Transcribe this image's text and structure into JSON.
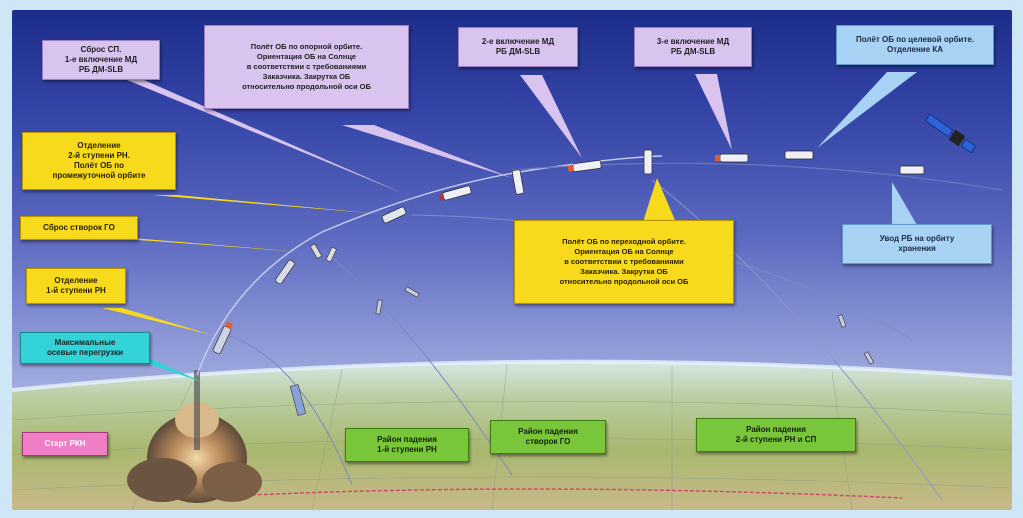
{
  "callouts": {
    "sbros_sp": "Сброс СП.\n1-е включение МД\nРБ ДМ-SLB",
    "polet_opornaya": "Полёт ОБ по опорной орбите.\nОриентация ОБ на Солнце\nв соответствии с требованиями\nЗаказчика. Закрутка ОБ\nотносительно продольной оси ОБ",
    "vkl2": "2-е включение МД\nРБ ДМ-SLB",
    "vkl3": "3-е включение МД\nРБ ДМ-SLB",
    "polet_celevaya": "Полёт ОБ по целевой орбите.\nОтделение КА",
    "otdelenie_2": "Отделение\n2-й ступени РН.\nПолёт ОБ по\nпромежуточной орбите",
    "sbros_stvorok": "Сброс створок ГО",
    "otdelenie_1": "Отделение\n1-й ступени РН",
    "max_peregruzki": "Максимальные\nосевые перегрузки",
    "start": "Старт РКН",
    "polet_perehodnaya": "Полёт ОБ по переходной орбите.\nОриентация ОБ на Солнце\nв соответствии с требованиями\nЗаказчика. Закрутка ОБ\nотносительно продольной оси ОБ",
    "uvod_rb": "Увод РБ на орбиту\nхранения",
    "rayon_1": "Район падения\n1-й ступени РН",
    "rayon_go": "Район падения\nстворок ГО",
    "rayon_2": "Район падения\n2-й ступени РН и СП"
  },
  "colors": {
    "violet": "#d9c3ef",
    "yellow": "#f7da1b",
    "blue": "#a8d3f5",
    "cyan": "#33d3d8",
    "pink": "#f07ec5",
    "green": "#7ac63b"
  }
}
